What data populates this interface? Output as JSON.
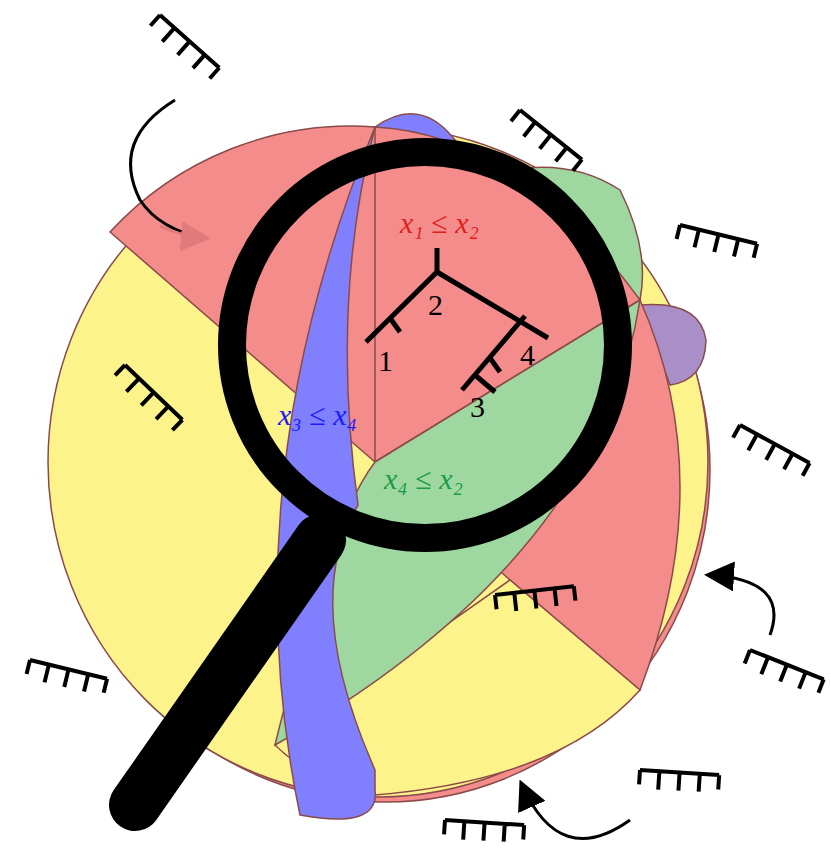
{
  "diagram": {
    "labels": [
      "x₁ ≤ x₂",
      "x₃ ≤ x₄",
      "x₄ ≤ x₂",
      "2",
      "1",
      "4",
      "3"
    ]
  }
}
